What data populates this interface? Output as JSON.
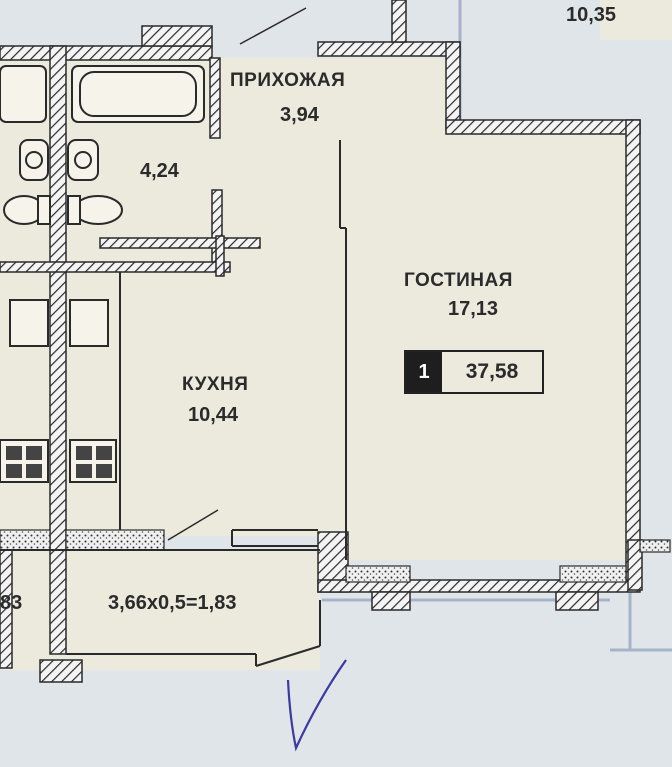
{
  "rooms": {
    "hallway": {
      "name": "ПРИХОЖАЯ",
      "area": "3,94"
    },
    "bathroom": {
      "area": "4,24"
    },
    "kitchen": {
      "name": "КУХНЯ",
      "area": "10,44"
    },
    "living": {
      "name": "ГОСТИНАЯ",
      "area": "17,13"
    },
    "balcony": {
      "formula": "3,66х0,5=1,83"
    },
    "neighbor_balcony": {
      "area_fragment": "83"
    },
    "neighbor_top": {
      "area": "10,35"
    }
  },
  "summary": {
    "rooms_count": "1",
    "total_area": "37,58"
  },
  "colors": {
    "floor": "#ece9dd",
    "outside": "#dfe5e8",
    "wall_fill": "#f3f3f3",
    "wall_line": "#2a2a2a",
    "window": "#a7b3c8"
  }
}
